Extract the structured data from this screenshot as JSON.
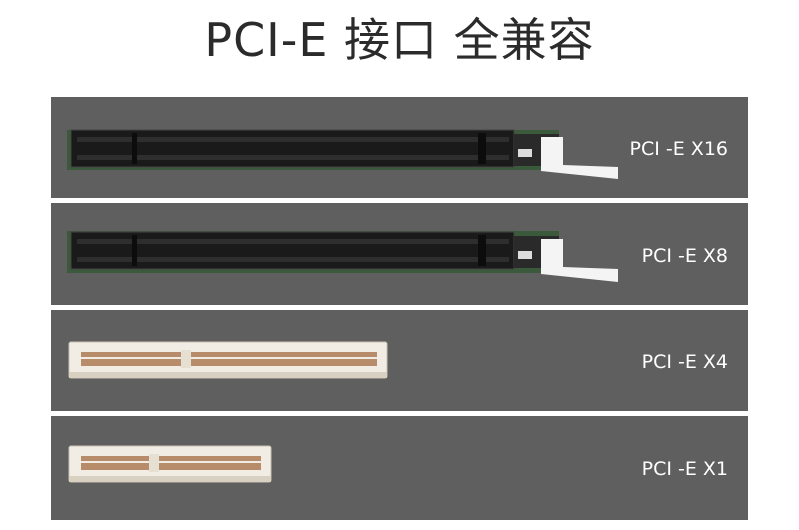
{
  "title": "PCI-E 接口 全兼容",
  "slots": [
    {
      "label": "PCI -E X16",
      "type": "x16"
    },
    {
      "label": "PCI -E X8",
      "type": "x8"
    },
    {
      "label": "PCI -E X4",
      "type": "x4"
    },
    {
      "label": "PCI -E X1",
      "type": "x1"
    }
  ],
  "colors": {
    "panel": "#5f5f5f",
    "slot_black": "#1a1a1a",
    "slot_white": "#f1ede4",
    "board_green": "#3b5a3c"
  }
}
